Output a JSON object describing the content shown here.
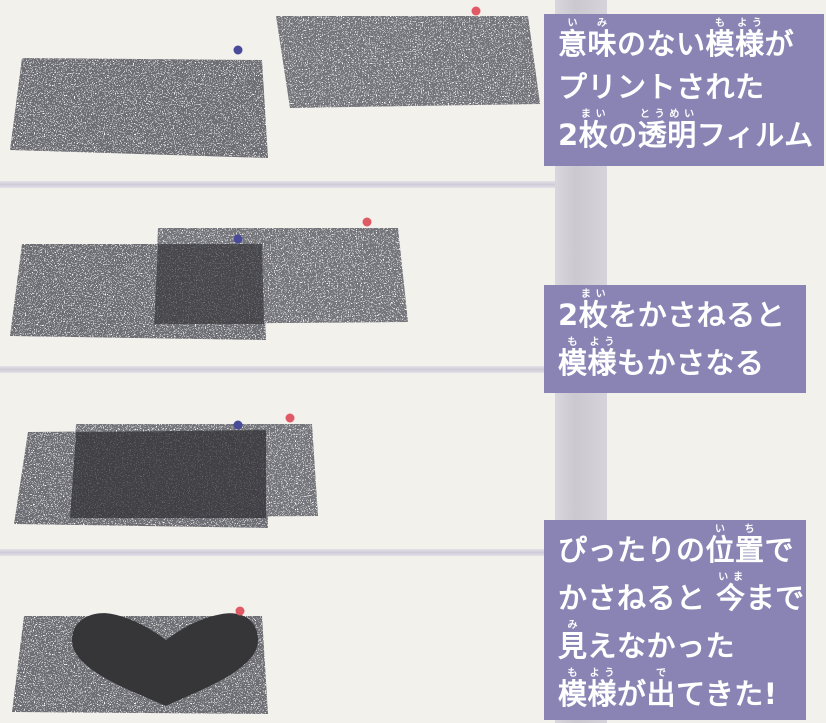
{
  "colors": {
    "caption_bg": "#8a84b5",
    "caption_text": "#ffffff",
    "page_bg": "#f3f1ec",
    "divider": "#cfcbd8",
    "film_dark": "#3a3a3e",
    "dot_blue": "#4a4a9a",
    "dot_red": "#e05a66"
  },
  "captions": [
    {
      "lines": [
        [
          {
            "base": "意",
            "ruby": "い"
          },
          {
            "base": "味",
            "ruby": "み"
          },
          {
            "text": "のない"
          },
          {
            "base": "模",
            "ruby": "も"
          },
          {
            "base": "様",
            "ruby": "よう"
          },
          {
            "text": "が"
          }
        ],
        [
          {
            "text": "プリントされた"
          }
        ],
        [
          {
            "text": "2"
          },
          {
            "base": "枚",
            "ruby": "まい"
          },
          {
            "text": "の"
          },
          {
            "base": "透",
            "ruby": "とう"
          },
          {
            "base": "明",
            "ruby": "めい"
          },
          {
            "text": "フィルム"
          }
        ]
      ]
    },
    {
      "lines": [
        [
          {
            "text": "2"
          },
          {
            "base": "枚",
            "ruby": "まい"
          },
          {
            "text": "をかさねると"
          }
        ],
        [
          {
            "base": "模",
            "ruby": "も"
          },
          {
            "base": "様",
            "ruby": "よう"
          },
          {
            "text": "もかさなる"
          }
        ]
      ]
    },
    {
      "lines": [
        [
          {
            "text": "ぴったりの"
          },
          {
            "base": "位",
            "ruby": "い"
          },
          {
            "base": "置",
            "ruby": "ち"
          },
          {
            "text": "で"
          }
        ],
        [
          {
            "text": "かさねると "
          },
          {
            "base": "今",
            "ruby": "いま"
          },
          {
            "text": "まで"
          }
        ],
        [
          {
            "base": "見",
            "ruby": "み"
          },
          {
            "text": "えなかった"
          }
        ],
        [
          {
            "base": "模",
            "ruby": "も"
          },
          {
            "base": "様",
            "ruby": "よう"
          },
          {
            "text": "が"
          },
          {
            "base": "出",
            "ruby": "で"
          },
          {
            "text": "てきた!"
          }
        ]
      ]
    }
  ],
  "steps": [
    {
      "state": "two separate films",
      "overlap": 0
    },
    {
      "state": "films overlapping",
      "overlap": 0.5
    },
    {
      "state": "films nearly aligned",
      "overlap": 0.85
    },
    {
      "state": "films aligned, hidden heart revealed",
      "overlap": 1,
      "revealed_shape": "heart"
    }
  ]
}
